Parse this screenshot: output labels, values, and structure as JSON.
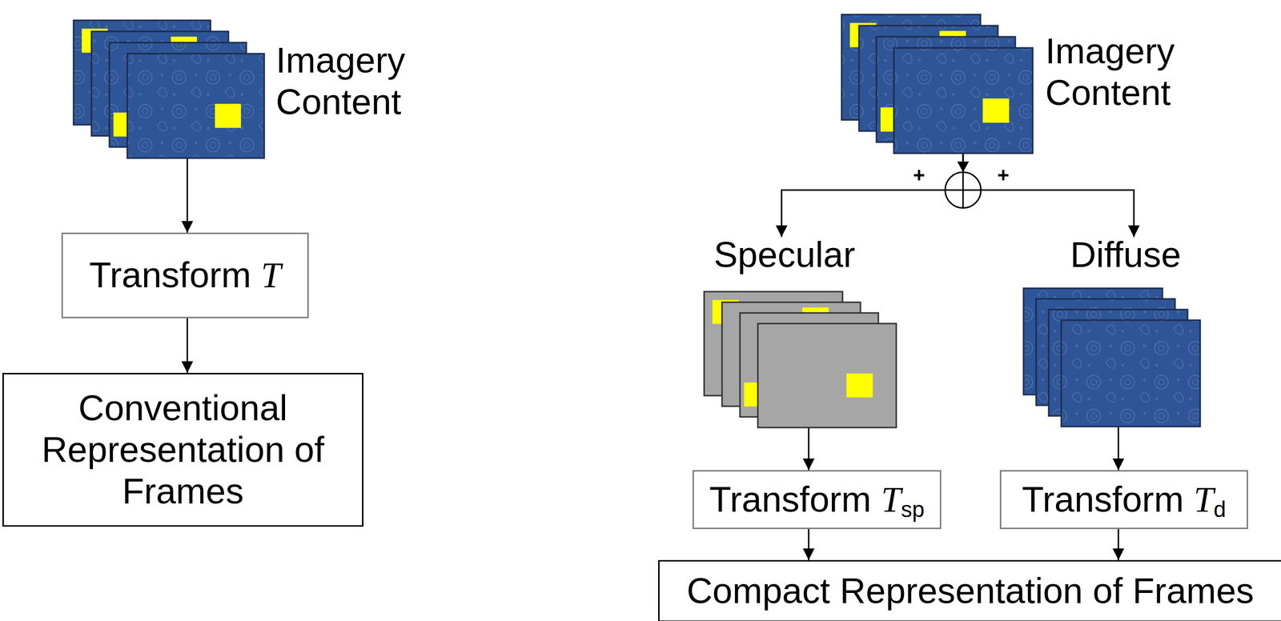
{
  "diagram": {
    "nodes": [
      {
        "text": [
          "Imagery Content"
        ]
      },
      {
        "text": [
          "Transform T"
        ]
      },
      {
        "text": [
          "Conventional Representation of Frames"
        ]
      },
      {
        "text": [
          "Imagery Content"
        ]
      },
      {
        "text": [
          "Specular"
        ]
      },
      {
        "text": [
          "Diffuse"
        ]
      },
      {
        "text": [
          "Transform Tsp"
        ]
      },
      {
        "text": [
          "Transform Td"
        ]
      },
      {
        "text": [
          "Compact Representation of Frames"
        ]
      }
    ],
    "edges": [
      {
        "from": 0,
        "to": 1,
        "arrow": "to"
      },
      {
        "from": 1,
        "to": 2,
        "arrow": "to"
      },
      {
        "from": 3,
        "to": 4,
        "arrow": "to"
      },
      {
        "from": 3,
        "to": 5,
        "arrow": "to"
      },
      {
        "from": 4,
        "to": 6,
        "arrow": "to"
      },
      {
        "from": 5,
        "to": 7,
        "arrow": "to"
      },
      {
        "from": 6,
        "to": 8,
        "arrow": "to"
      },
      {
        "from": 7,
        "to": 8,
        "arrow": "to"
      }
    ],
    "labels": [
      "+",
      "+"
    ]
  }
}
